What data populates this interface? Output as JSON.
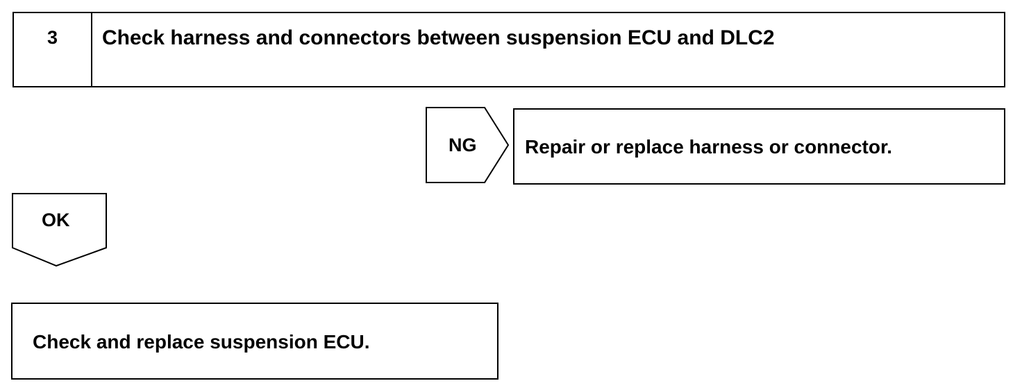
{
  "step": {
    "number": "3",
    "title": "Check harness and connectors between suspension ECU and DLC2"
  },
  "ng_branch": {
    "label": "NG",
    "action": "Repair or replace harness or connector."
  },
  "ok_branch": {
    "label": "OK"
  },
  "final_step": {
    "action": "Check and replace suspension ECU."
  },
  "colors": {
    "line": "#000000",
    "background": "#ffffff"
  }
}
